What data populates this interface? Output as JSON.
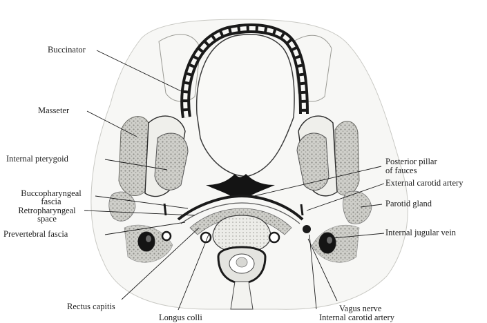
{
  "labels": {
    "buccinator": "Buccinator",
    "masseter": "Masseter",
    "internal_pterygoid": "Internal pterygoid",
    "buccopharyngeal_1": "Buccopharyngeal",
    "buccopharyngeal_2": "fascia",
    "retropharyngeal_1": "Retropharyngeal",
    "retropharyngeal_2": "space",
    "prevertebral_fascia": "Prevertebral fascia",
    "rectus_capitis": "Rectus capitis",
    "longus_colli": "Longus colli",
    "posterior_pillar_1": "Posterior pillar",
    "posterior_pillar_2": "of fauces",
    "external_carotid": "External carotid artery",
    "parotid_gland": "Parotid gland",
    "internal_jugular": "Internal jugular vein",
    "vagus_nerve": "Vagus nerve",
    "internal_carotid": "Internal carotid artery"
  },
  "colors": {
    "ink": "#1a1a1a",
    "tissue": "#f6f6f4",
    "muscle": "#b9b9b4",
    "bone": "#dcdcd8"
  }
}
